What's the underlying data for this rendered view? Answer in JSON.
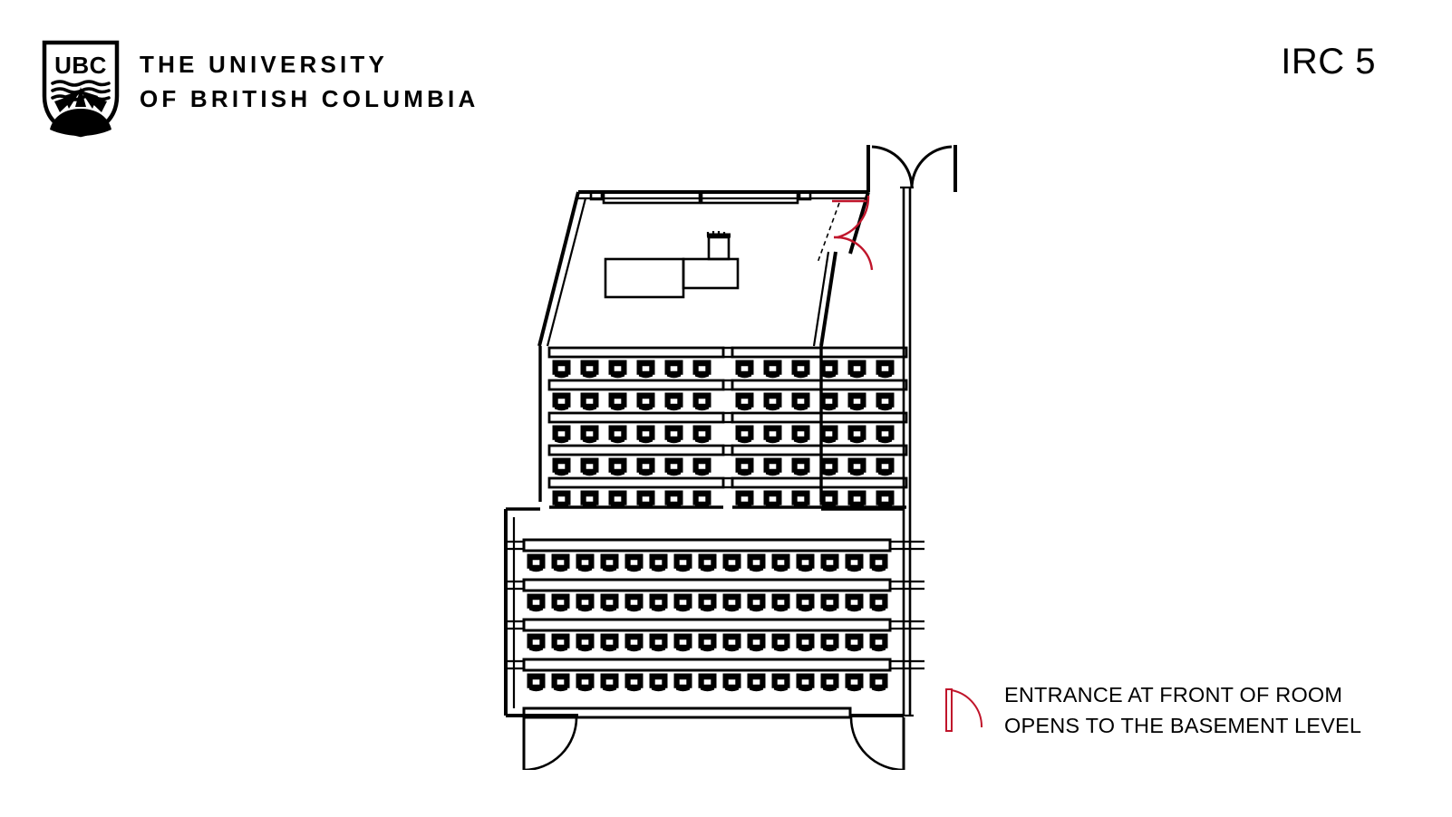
{
  "header": {
    "logo_icon": "ubc-shield-icon",
    "shield_text": "UBC",
    "wordmark_line1": "THE UNIVERSITY",
    "wordmark_line2": "OF BRITISH COLUMBIA",
    "room_title": "IRC 5"
  },
  "legend": {
    "door_icon": "door-swing-icon",
    "line1": "ENTRANCE AT FRONT OF ROOM",
    "line2": "OPENS TO THE BASEMENT LEVEL",
    "door_color": "#c0152b"
  },
  "colors": {
    "ink": "#000000",
    "paper": "#ffffff",
    "entrance_red": "#c0152b"
  },
  "floorplan": {
    "name": "IRC 5 lecture theatre seating plan",
    "upper_section": {
      "label": "tiered-seating-upper",
      "rows": 5,
      "seats_left_per_row": 6,
      "seats_right_per_row": 6,
      "center_aisle": true
    },
    "lower_section": {
      "label": "tiered-seating-lower",
      "rows": 4,
      "seats_per_row": 15,
      "center_aisle": false
    },
    "stage": {
      "label": "stage-front-of-room",
      "desk": "instructor-desk",
      "podium": "podium",
      "podium_chair": "chair"
    },
    "doors": {
      "front_right_double": "double-door-top-right",
      "front_entrance_red": "red-entrance-door-front",
      "rear_left": "exit-door-bottom-left",
      "rear_right": "exit-door-bottom-right"
    },
    "corridor": "right-side-corridor"
  }
}
